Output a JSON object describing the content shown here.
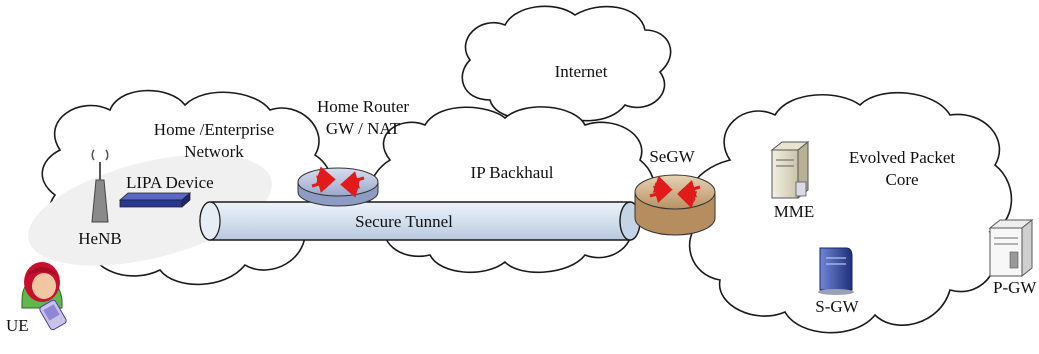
{
  "diagram": {
    "home_network_label_line1": "Home /Enterprise",
    "home_network_label_line2": "Network",
    "lipa_device_label": "LIPA Device",
    "henb_label": "HeNB",
    "ue_label": "UE",
    "home_router_label_line1": "Home Router",
    "home_router_label_line2": "GW / NAT",
    "internet_label": "Internet",
    "ip_backhaul_label": "IP Backhaul",
    "secure_tunnel_label": "Secure Tunnel",
    "segw_label": "SeGW",
    "epc_label_line1": "Evolved Packet",
    "epc_label_line2": "Core",
    "mme_label": "MME",
    "sgw_label": "S-GW",
    "pgw_label": "P-GW"
  },
  "colors": {
    "cloud_stroke": "#1a1a1a",
    "tunnel_fill": "#dbe6f2",
    "router_fill": "#aeb8d6",
    "segw_fill": "#c9a676",
    "arrow_red": "#e11b1b",
    "server_blue": "#26409a",
    "ue_hair": "#c8102e"
  }
}
